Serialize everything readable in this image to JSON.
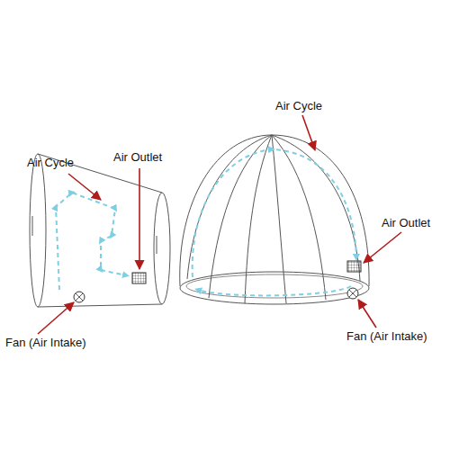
{
  "diagram": {
    "labels": [
      "Air Cycle",
      "Air Outlet",
      "Air Cycle",
      "Air Outlet",
      "Fan (Air Intake)",
      "Fan (Air Intake)"
    ]
  }
}
